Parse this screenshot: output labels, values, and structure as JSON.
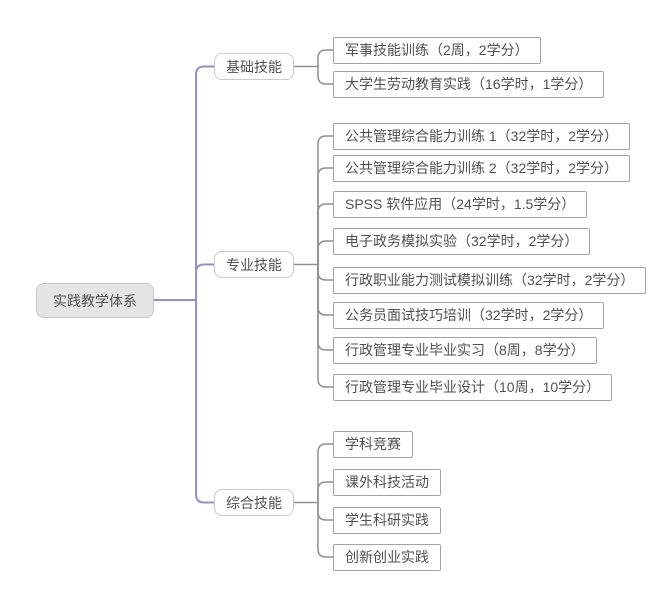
{
  "colors": {
    "root_connector": "#968fc4",
    "leaf_connector": "#8f8f8f",
    "root_fill": "#e5e5e5",
    "root_border": "#c8c8c8",
    "branch_border": "#cbcbcb",
    "leaf_border": "#a3a3a3",
    "text": "#515151",
    "background": "#ffffff"
  },
  "tree": {
    "root": {
      "label": "实践教学体系"
    },
    "branches": [
      {
        "label": "基础技能",
        "children": [
          {
            "label": "军事技能训练（2周，2学分）"
          },
          {
            "label": "大学生劳动教育实践（16学时，1学分）"
          }
        ]
      },
      {
        "label": "专业技能",
        "children": [
          {
            "label": "公共管理综合能力训练 1（32学时，2学分）"
          },
          {
            "label": "公共管理综合能力训练 2（32学时，2学分）"
          },
          {
            "label": "SPSS 软件应用（24学时，1.5学分）"
          },
          {
            "label": "电子政务模拟实验（32学时，2学分）"
          },
          {
            "label": "行政职业能力测试模拟训练（32学时，2学分）"
          },
          {
            "label": "公务员面试技巧培训（32学时，2学分）"
          },
          {
            "label": "行政管理专业毕业实习（8周，8学分）"
          },
          {
            "label": "行政管理专业毕业设计（10周，10学分）"
          }
        ]
      },
      {
        "label": "综合技能",
        "children": [
          {
            "label": "学科竞赛"
          },
          {
            "label": "课外科技活动"
          },
          {
            "label": "学生科研实践"
          },
          {
            "label": "创新创业实践"
          }
        ]
      }
    ]
  }
}
